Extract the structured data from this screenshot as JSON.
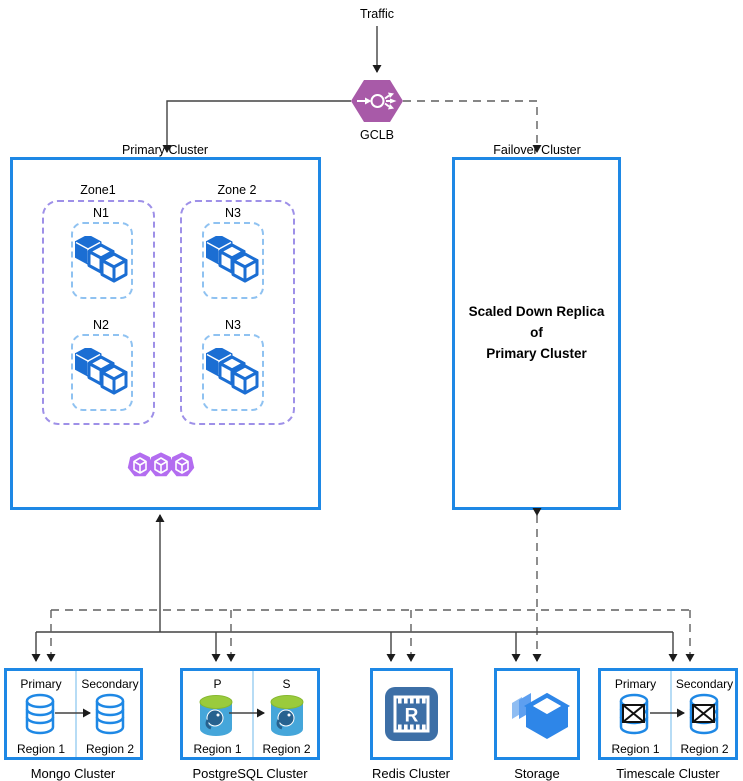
{
  "labels": {
    "traffic": "Traffic",
    "gclb": "GCLB",
    "primary_cluster": "Primary Cluster",
    "failover_cluster": "Failover Cluster"
  },
  "failover_body": [
    "Scaled Down Replica",
    "of",
    "Primary Cluster"
  ],
  "zones": [
    {
      "label": "Zone1",
      "nodes": [
        "N1",
        "N2"
      ]
    },
    {
      "label": "Zone 2",
      "nodes": [
        "N3",
        "N3"
      ]
    }
  ],
  "bottom": {
    "mongo": {
      "title": "Mongo Cluster",
      "left_role": "Primary",
      "right_role": "Secondary",
      "left_region": "Region 1",
      "right_region": "Region 2"
    },
    "postgres": {
      "title": "PostgreSQL Cluster",
      "left_role": "P",
      "right_role": "S",
      "left_region": "Region 1",
      "right_region": "Region 2"
    },
    "redis": {
      "title": "Redis Cluster",
      "chip_letter": "R"
    },
    "storage": {
      "title": "Storage"
    },
    "timescale": {
      "title": "Timescale Cluster",
      "left_role": "Primary",
      "right_role": "Secondary",
      "left_region": "Region 1",
      "right_region": "Region 2"
    }
  },
  "colors": {
    "box-border": "#1e88e5",
    "zone-dash": "#9e90e8",
    "node-dash": "#8fc2f1",
    "divider-blue": "#b7dcf5",
    "gclb-purple": "#a85aa8",
    "trio-purple": "#b36df0",
    "cube-blue": "#1b6ed3",
    "db-blue": "#1e88e5",
    "pg-green": "#9acb3c",
    "pg-body": "#45a6da",
    "pg-elephant": "#27628f",
    "redis-bg": "#3d6fa6",
    "storage-blue": "#2e86e8",
    "storage-light": "#8fbdf2",
    "storage-mid": "#5d9ff0",
    "line-dark": "#424242",
    "line-dash": "#5f5f5f"
  }
}
